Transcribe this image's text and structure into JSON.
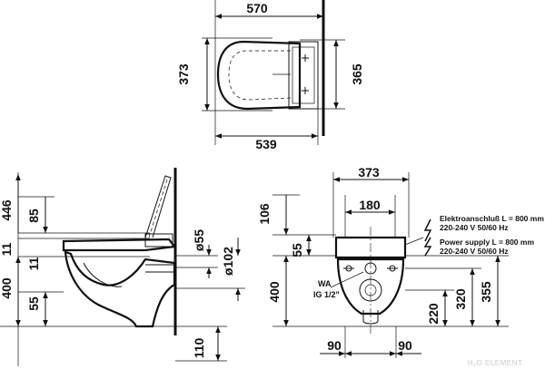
{
  "top_view": {
    "dims": {
      "width_top": "570",
      "width_bottom": "539",
      "depth_left": "373",
      "depth_right": "365"
    }
  },
  "side_view": {
    "dims": {
      "h446": "446",
      "h85": "85",
      "h11a": "11",
      "h11b": "11",
      "h400": "400",
      "h55": "55",
      "d55": "ø55",
      "d102": "ø102",
      "h110": "110"
    }
  },
  "front_view": {
    "dims": {
      "w373": "373",
      "w180": "180",
      "h106": "106",
      "h55": "55",
      "h400": "400",
      "h220": "220",
      "h320": "320",
      "h355": "355",
      "w90a": "90",
      "w90b": "90"
    },
    "labels": {
      "de_line1": "Elektroanschluß L = 800 mm",
      "de_line2": "220-240 V   50/60 Hz",
      "en_line1": "Power supply L = 800 mm",
      "en_line2": "220-240 V   50/60 Hz",
      "wa": "WA",
      "ig": "IG 1/2\""
    }
  },
  "watermark": "H₂O ELEMENT"
}
